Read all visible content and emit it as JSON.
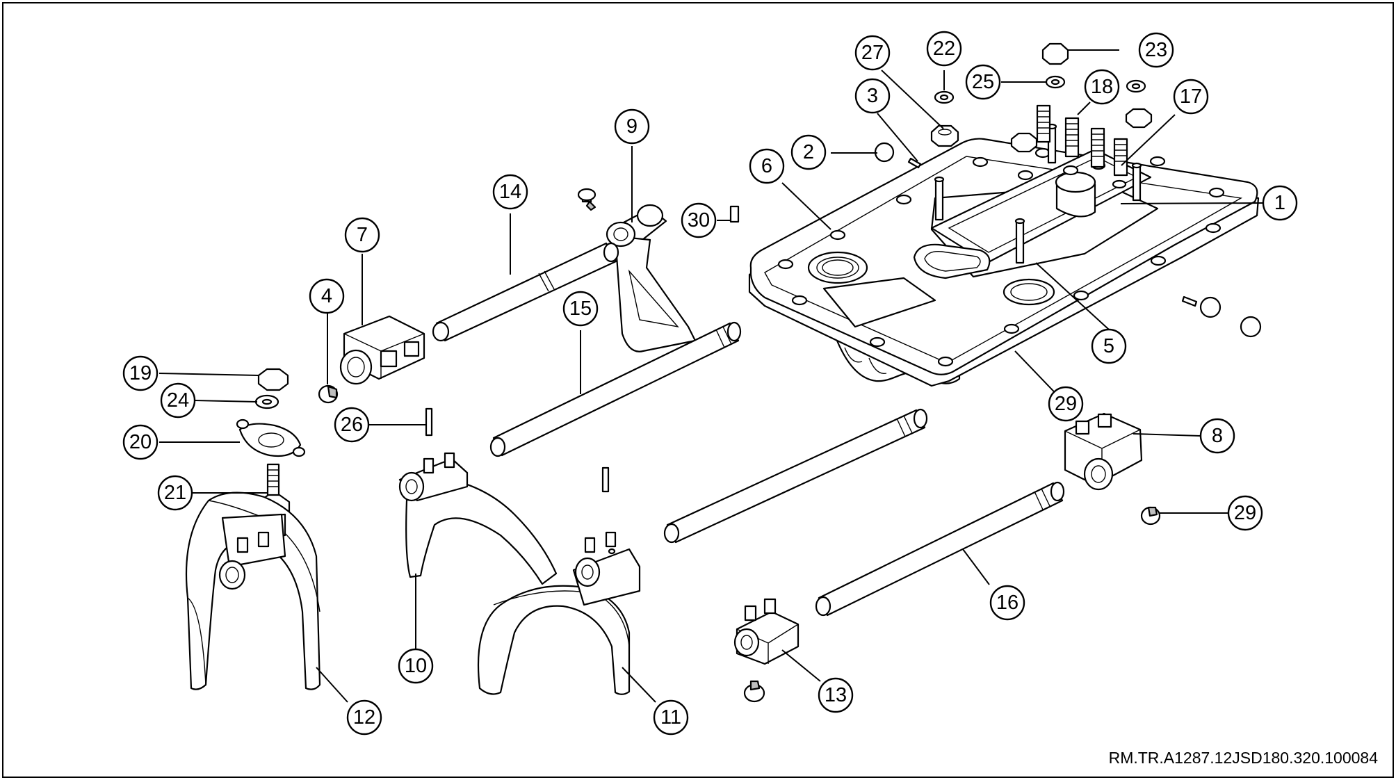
{
  "reference_code": "RM.TR.A1287.12JSD180.320.100084",
  "callouts": [
    {
      "id": "c1",
      "label": "1"
    },
    {
      "id": "c2",
      "label": "2"
    },
    {
      "id": "c3",
      "label": "3"
    },
    {
      "id": "c4",
      "label": "4"
    },
    {
      "id": "c5",
      "label": "5"
    },
    {
      "id": "c6",
      "label": "6"
    },
    {
      "id": "c7",
      "label": "7"
    },
    {
      "id": "c8",
      "label": "8"
    },
    {
      "id": "c9",
      "label": "9"
    },
    {
      "id": "c10",
      "label": "10"
    },
    {
      "id": "c11",
      "label": "11"
    },
    {
      "id": "c12",
      "label": "12"
    },
    {
      "id": "c13",
      "label": "13"
    },
    {
      "id": "c14",
      "label": "14"
    },
    {
      "id": "c15",
      "label": "15"
    },
    {
      "id": "c16",
      "label": "16"
    },
    {
      "id": "c17",
      "label": "17"
    },
    {
      "id": "c18",
      "label": "18"
    },
    {
      "id": "c19",
      "label": "19"
    },
    {
      "id": "c20",
      "label": "20"
    },
    {
      "id": "c21",
      "label": "21"
    },
    {
      "id": "c22",
      "label": "22"
    },
    {
      "id": "c23",
      "label": "23"
    },
    {
      "id": "c24",
      "label": "24"
    },
    {
      "id": "c25",
      "label": "25"
    },
    {
      "id": "c26",
      "label": "26"
    },
    {
      "id": "c27",
      "label": "27"
    },
    {
      "id": "c29a",
      "label": "29"
    },
    {
      "id": "c29b",
      "label": "29"
    },
    {
      "id": "c30",
      "label": "30"
    }
  ]
}
